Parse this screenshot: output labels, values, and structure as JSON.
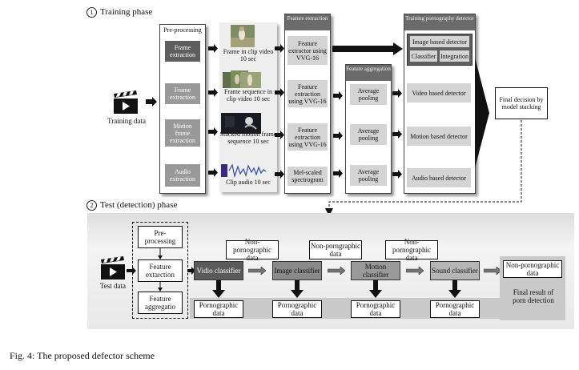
{
  "training": {
    "phase_num": "1",
    "phase_label": "Training phase",
    "training_data_label": "Training data",
    "preprocessing": {
      "header": "Pre-processing",
      "items": [
        "Frame extraction",
        "Frame extraction",
        "Motion frame extraction",
        "Audio extraction"
      ]
    },
    "media": {
      "items": [
        "Frame in clip video 10 sec",
        "Frame sequence in clip video 10 sec",
        "Stacked motion frame sequence 10 sec",
        "Clip audio 10 sec"
      ]
    },
    "feature_extraction": {
      "header": "Feature extraction",
      "items": [
        "Feature extractor using VVG-16",
        "Feature extraction using VVG-16",
        "Feature extraction using VVG-16",
        "Mel-scaled spectrogram"
      ]
    },
    "feature_aggregation": {
      "header": "Feature aggregation",
      "items": [
        "Average pooling",
        "Average pooling",
        "Average pooling"
      ]
    },
    "detector": {
      "header": "Training pornography detector",
      "image_based": "Image based detector",
      "classifier": "Classifier",
      "integration": "Integration",
      "items": [
        "Video based detector",
        "Motion based detector",
        "Audio based detector"
      ]
    },
    "final_decision": "Final decision by model stacking"
  },
  "test": {
    "phase_num": "2",
    "phase_label": "Test (detection) phase",
    "test_data_label": "Test data",
    "pre": [
      "Pre- processing",
      "Feature extarction",
      "Feature aggregatio"
    ],
    "classifiers": [
      "Vidio classifier",
      "Image classifier",
      "Motion classifier",
      "Sound classifier"
    ],
    "non_porn": [
      "Non-pornographic data",
      "Non-porngraphic data",
      "Non-pornographic data",
      "Non-pornographic data"
    ],
    "porn": [
      "Pornographic data",
      "Pornographic data",
      "Pornographic data",
      "Pornographic data"
    ],
    "final_result": "Final result of porn detection"
  },
  "caption": "Fig. 4: The proposed defector scheme",
  "colors": {
    "dark_box": "#5e5e5e",
    "mid_box": "#999999",
    "light_box": "#d4d4d4",
    "header": "#6b6b6b"
  },
  "icons": [
    "clapperboard-icon",
    "arrow-right-icon",
    "arrow-down-icon"
  ]
}
